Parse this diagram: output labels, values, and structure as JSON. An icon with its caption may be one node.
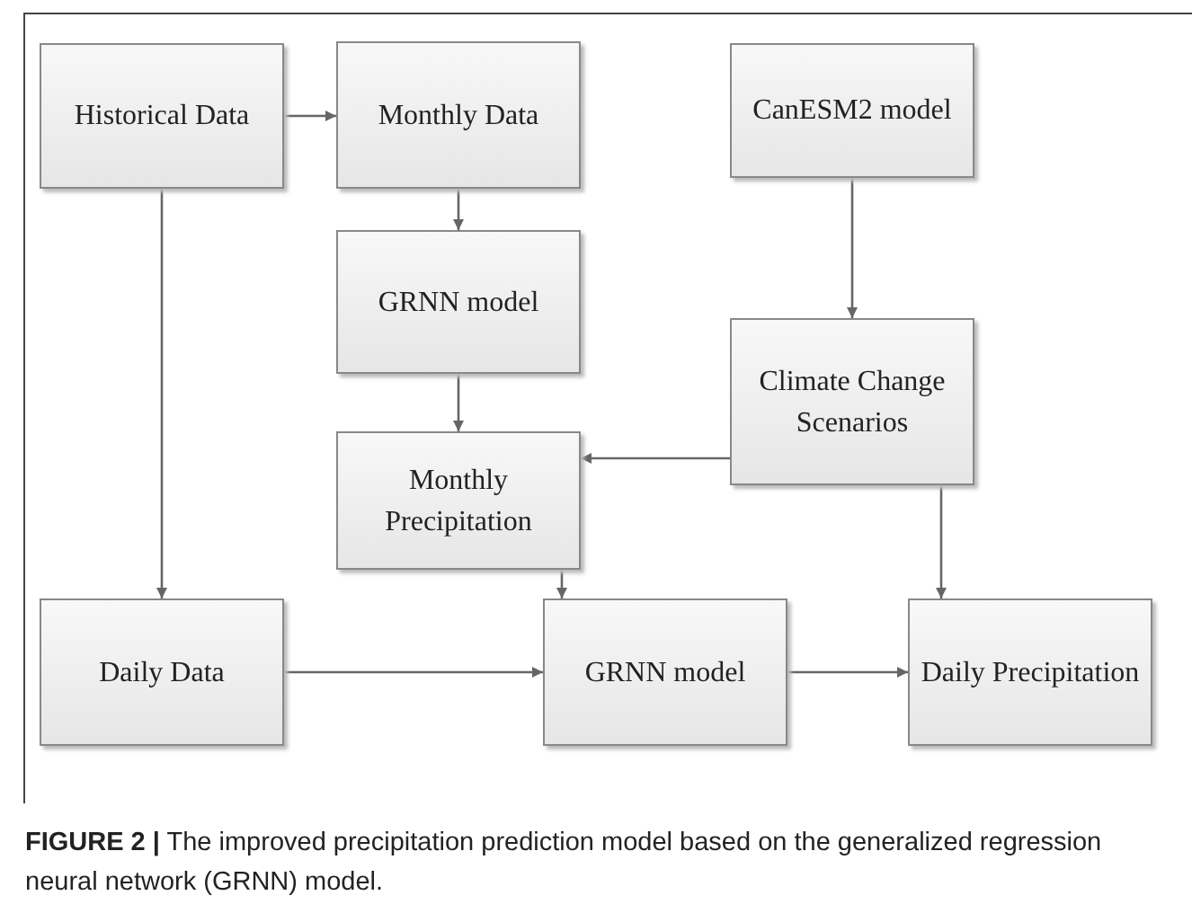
{
  "diagram": {
    "caption": "**FIGURE 2 |** The improved precipitation prediction model based on the generalized regression neural network (GRNN) model.",
    "nodes": [
      {
        "text": [
          "Historical Data"
        ]
      },
      {
        "text": [
          "Monthly Data"
        ]
      },
      {
        "text": [
          "CanESM2 model"
        ]
      },
      {
        "text": [
          "GRNN model"
        ]
      },
      {
        "text": [
          "Climate Change Scenarios"
        ]
      },
      {
        "text": [
          "Monthly Precipitation"
        ]
      },
      {
        "text": [
          "Daily Data"
        ]
      },
      {
        "text": [
          "GRNN model"
        ]
      },
      {
        "text": [
          "Daily Precipitation"
        ]
      }
    ],
    "edges": [
      {
        "from": 0,
        "to": 1,
        "arrow": "to"
      },
      {
        "from": 0,
        "to": 6,
        "arrow": "to"
      },
      {
        "from": 1,
        "to": 3,
        "arrow": "to"
      },
      {
        "from": 2,
        "to": 4,
        "arrow": "to"
      },
      {
        "from": 3,
        "to": 5,
        "arrow": "to"
      },
      {
        "from": 4,
        "to": 5,
        "arrow": "to"
      },
      {
        "from": 5,
        "to": 7,
        "arrow": "to"
      },
      {
        "from": 6,
        "to": 7,
        "arrow": "to"
      },
      {
        "from": 4,
        "to": 8,
        "arrow": "to"
      },
      {
        "from": 7,
        "to": 8,
        "arrow": "to"
      }
    ]
  }
}
